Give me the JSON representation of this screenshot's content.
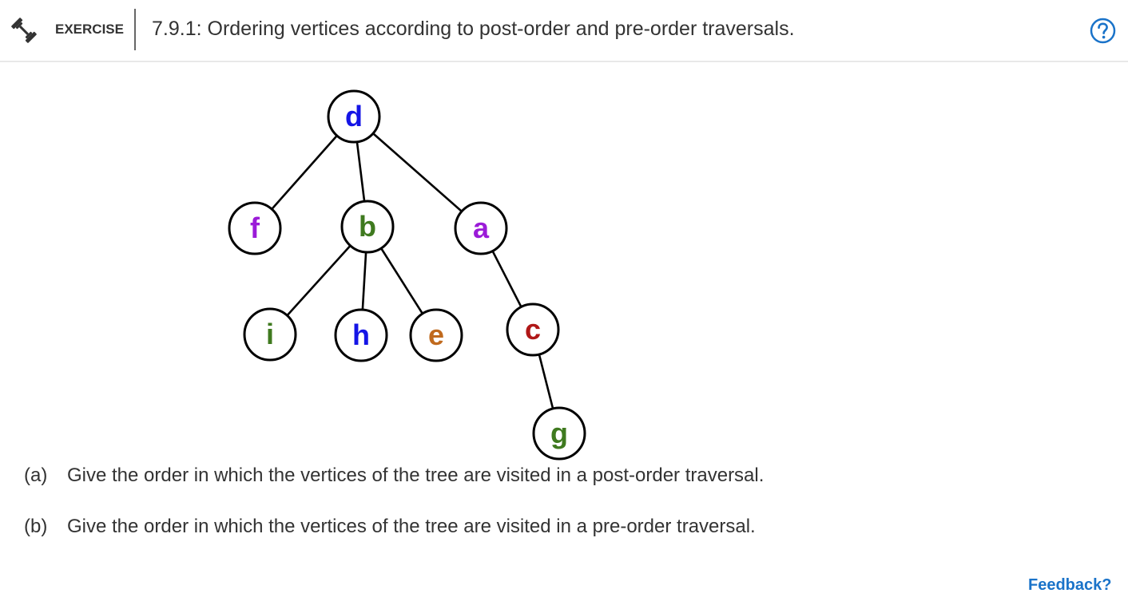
{
  "header": {
    "icon": "dumbbell-icon",
    "label": "EXERCISE",
    "title": "7.9.1: Ordering vertices according to post-order and pre-order traversals.",
    "help_icon": "question-circle-icon"
  },
  "tree": {
    "vertices": [
      {
        "id": "d",
        "label": "d",
        "color": "#1515e6"
      },
      {
        "id": "f",
        "label": "f",
        "color": "#9b1bd8"
      },
      {
        "id": "b",
        "label": "b",
        "color": "#3f7a1f"
      },
      {
        "id": "a",
        "label": "a",
        "color": "#9b1bd8"
      },
      {
        "id": "i",
        "label": "i",
        "color": "#3f7a1f"
      },
      {
        "id": "h",
        "label": "h",
        "color": "#1515e6"
      },
      {
        "id": "e",
        "label": "e",
        "color": "#c06a1e"
      },
      {
        "id": "c",
        "label": "c",
        "color": "#b01818"
      },
      {
        "id": "g",
        "label": "g",
        "color": "#3f7a1f"
      }
    ],
    "edges": [
      [
        "d",
        "f"
      ],
      [
        "d",
        "b"
      ],
      [
        "d",
        "a"
      ],
      [
        "b",
        "i"
      ],
      [
        "b",
        "h"
      ],
      [
        "b",
        "e"
      ],
      [
        "a",
        "c"
      ],
      [
        "c",
        "g"
      ]
    ]
  },
  "questions": [
    {
      "label": "(a)",
      "text": "Give the order in which the vertices of the tree are visited in a post-order traversal."
    },
    {
      "label": "(b)",
      "text": "Give the order in which the vertices of the tree are visited in a pre-order traversal."
    }
  ],
  "footer": {
    "feedback_label": "Feedback?"
  },
  "colors": {
    "accent": "#1a73c9",
    "text": "#333333",
    "divider": "#e8e8e8"
  }
}
